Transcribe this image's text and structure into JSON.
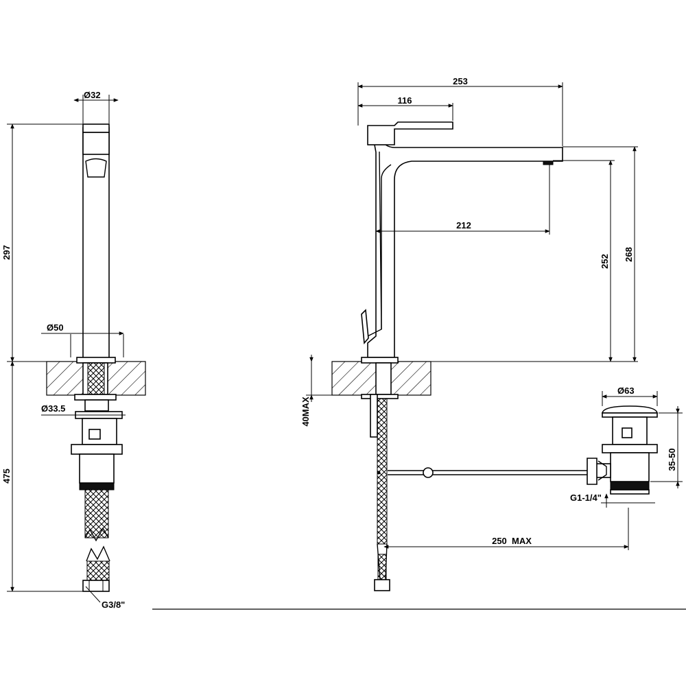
{
  "dimensions": {
    "side_view": {
      "spout_diameter": "Ø32",
      "height_above_deck": "297",
      "base_diameter": "Ø50",
      "shank_diameter": "Ø33.5",
      "height_below_deck": "475",
      "inlet_thread": "G3/8\""
    },
    "front_view": {
      "overall_reach": "253",
      "lever_reach": "116",
      "spout_reach": "212",
      "spout_outlet_height": "252",
      "overall_height": "268",
      "deck_thickness": "40MAX"
    },
    "waste": {
      "plug_diameter": "Ø63",
      "adjustable_height": "35-50",
      "outlet_thread": "G1-1/4\"",
      "rod_length": "250  MAX"
    }
  }
}
